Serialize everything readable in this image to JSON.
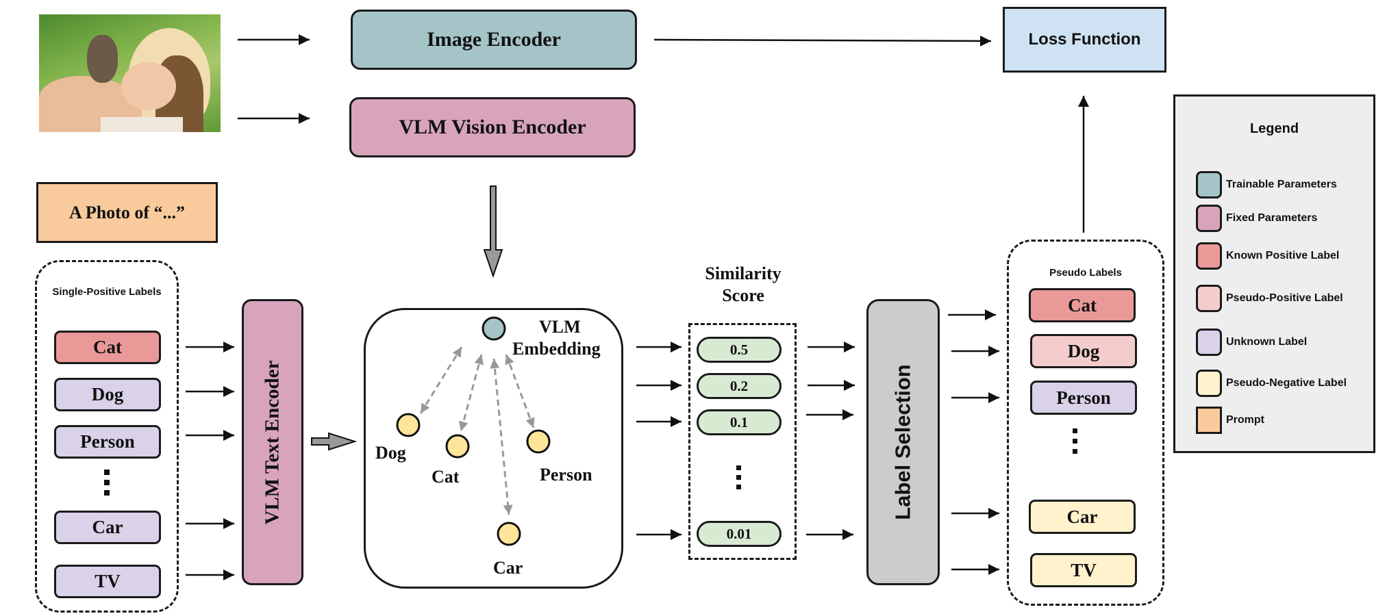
{
  "photo": {
    "description": "Woman holding a kitten with a golden retriever dog"
  },
  "encoders": {
    "image_encoder": "Image Encoder",
    "vlm_vision_encoder": "VLM Vision Encoder",
    "vlm_text_encoder": "VLM Text Encoder"
  },
  "loss_function": "Loss Function",
  "prompt": "A Photo of “...”",
  "single_positive": {
    "title": "Single-Positive Labels",
    "labels": [
      {
        "text": "Cat",
        "type": "known-positive"
      },
      {
        "text": "Dog",
        "type": "unknown"
      },
      {
        "text": "Person",
        "type": "unknown"
      },
      {
        "text": "Car",
        "type": "unknown"
      },
      {
        "text": "TV",
        "type": "unknown"
      }
    ]
  },
  "embedding": {
    "title_line1": "VLM",
    "title_line2": "Embedding",
    "nodes": [
      "Dog",
      "Cat",
      "Person",
      "Car"
    ]
  },
  "similarity": {
    "title_line1": "Similarity",
    "title_line2": "Score",
    "scores": [
      "0.5",
      "0.2",
      "0.1",
      "0.01"
    ]
  },
  "label_selection": "Label Selection",
  "pseudo_labels": {
    "title": "Pseudo Labels",
    "labels": [
      {
        "text": "Cat",
        "type": "known-positive"
      },
      {
        "text": "Dog",
        "type": "pseudo-positive"
      },
      {
        "text": "Person",
        "type": "unknown"
      },
      {
        "text": "Car",
        "type": "pseudo-negative"
      },
      {
        "text": "TV",
        "type": "pseudo-negative"
      }
    ]
  },
  "ellipsis": "⋮",
  "legend": {
    "title": "Legend",
    "items": [
      {
        "label": "Trainable Parameters",
        "color": "#a4c4c8"
      },
      {
        "label": "Fixed Parameters",
        "color": "#d8a4bc"
      },
      {
        "label": "Known Positive Label",
        "color": "#ea9999"
      },
      {
        "label": "Pseudo-Positive Label",
        "color": "#f4cccc"
      },
      {
        "label": "Unknown Label",
        "color": "#d9d2e9"
      },
      {
        "label": "Pseudo-Negative Label",
        "color": "#fff2cc"
      },
      {
        "label": "Prompt",
        "color": "#f9cb9c"
      }
    ]
  },
  "colors": {
    "trainable": "#a4c4c8",
    "fixed": "#d8a4bc",
    "known_positive": "#ea9999",
    "pseudo_positive": "#f4cccc",
    "unknown": "#d9d2e9",
    "pseudo_negative": "#fff2cc",
    "prompt": "#f9cb9c",
    "loss": "#cfe2f3",
    "score": "#d9ead3",
    "label_selection": "#cccccc",
    "legend_bg": "#eeeeee",
    "embedding_node": "#ffe599",
    "arrow_gray": "#999999"
  }
}
